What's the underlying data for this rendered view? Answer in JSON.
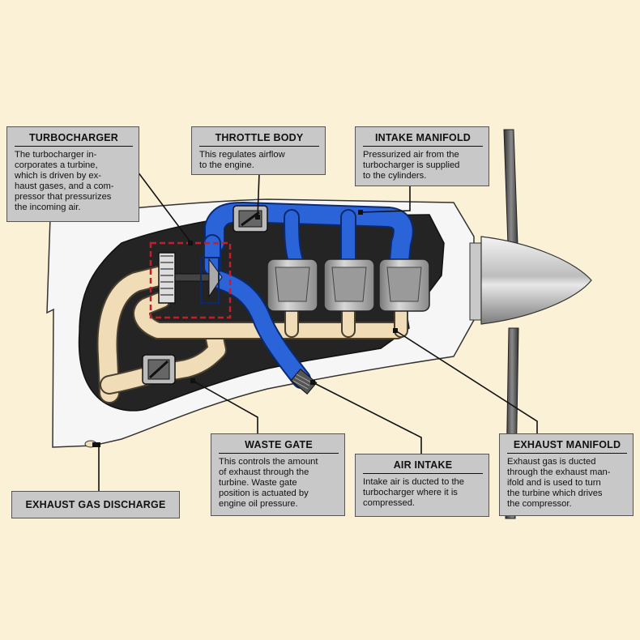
{
  "colors": {
    "background": "#fbf1d6",
    "label_box": "#c8c8c8",
    "intake_air": "#2b63d9",
    "exhaust_gas": "#f0dcb6",
    "nacelle": "#f4f4f4",
    "engine_bay": "#222222",
    "turbo_outline": "#c0202a"
  },
  "labels": {
    "turbocharger": {
      "title": "TURBOCHARGER",
      "text": "The turbocharger in-\ncorporates a turbine,\nwhich is driven by ex-\nhaust gases, and a com-\npressor that pressurizes\nthe incoming air."
    },
    "throttle_body": {
      "title": "THROTTLE BODY",
      "text": "This regulates airflow\nto the engine."
    },
    "intake_manifold": {
      "title": "INTAKE MANIFOLD",
      "text": "Pressurized air from the\nturbocharger is supplied\nto the cylinders."
    },
    "waste_gate": {
      "title": "WASTE GATE",
      "text": "This controls the amount\nof exhaust through the\nturbine. Waste gate\nposition is actuated by\nengine oil pressure."
    },
    "air_intake": {
      "title": "AIR INTAKE",
      "text": "Intake air is ducted to the\nturbocharger where it is\ncompressed."
    },
    "exhaust_manifold": {
      "title": "EXHAUST MANIFOLD",
      "text": "Exhaust gas is ducted\nthrough the exhaust man-\nifold and is used to turn\nthe turbine which drives\nthe compressor."
    },
    "exhaust_gas_discharge": {
      "title": "EXHAUST GAS DISCHARGE"
    }
  }
}
